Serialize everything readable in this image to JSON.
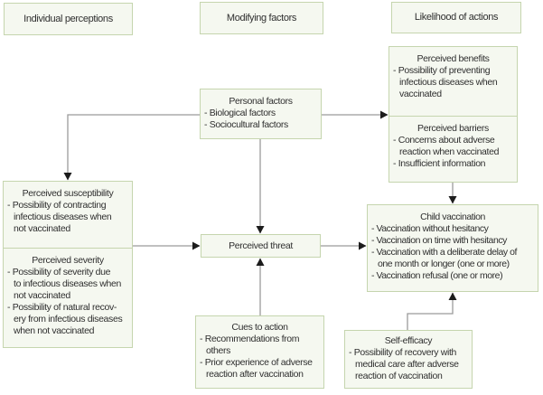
{
  "diagram": {
    "title_implied": "Health belief model diagram",
    "headers": {
      "individual_perceptions": "Individual perceptions",
      "modifying_factors": "Modifying factors",
      "likelihood_of_actions": "Likelihood of actions"
    },
    "boxes": {
      "personal_factors": {
        "title": "Personal factors",
        "lines": [
          "- Biological factors",
          "- Sociocultural factors"
        ]
      },
      "perceived_benefits": {
        "title": "Perceived benefits",
        "lines": [
          "- Possibility of preventing",
          "infectious diseases when",
          "vaccinated"
        ]
      },
      "perceived_barriers": {
        "title": "Perceived barriers",
        "lines": [
          "- Concerns about adverse",
          "reaction when vaccinated",
          "- Insufficient information"
        ]
      },
      "perceived_susceptibility": {
        "title": "Perceived susceptibility",
        "lines": [
          "- Possibility of contracting",
          "infectious diseases when",
          "not vaccinated"
        ]
      },
      "perceived_severity": {
        "title": "Perceived severity",
        "lines": [
          "- Possibility of severity due",
          "to infectious diseases when",
          "not vaccinated",
          "- Possibility of natural recov-",
          "ery from infectious diseases",
          "when not vaccinated"
        ]
      },
      "perceived_threat": {
        "title": "Perceived threat"
      },
      "cues_to_action": {
        "title": "Cues to action",
        "lines": [
          "- Recommendations from",
          "others",
          "- Prior experience of adverse",
          "reaction after vaccination"
        ]
      },
      "child_vaccination": {
        "title": "Child vaccination",
        "lines": [
          "- Vaccination without hesitancy",
          "- Vaccination on time with hesitancy",
          "- Vaccination with a deliberate delay of",
          "one month or longer (one or more)",
          "- Vaccination refusal (one or more)"
        ]
      },
      "self_efficacy": {
        "title": "Self-efficacy",
        "lines": [
          "- Possibility of recovery with",
          "medical care after adverse",
          "reaction of vaccination"
        ]
      }
    },
    "colors": {
      "box_fill": "#f5f8f0",
      "box_border": "#c5d5ae",
      "connector_line": "#9b9b9b",
      "arrowhead": "#1c1c1c",
      "text": "#2f2f2f",
      "background": "#ffffff"
    }
  }
}
